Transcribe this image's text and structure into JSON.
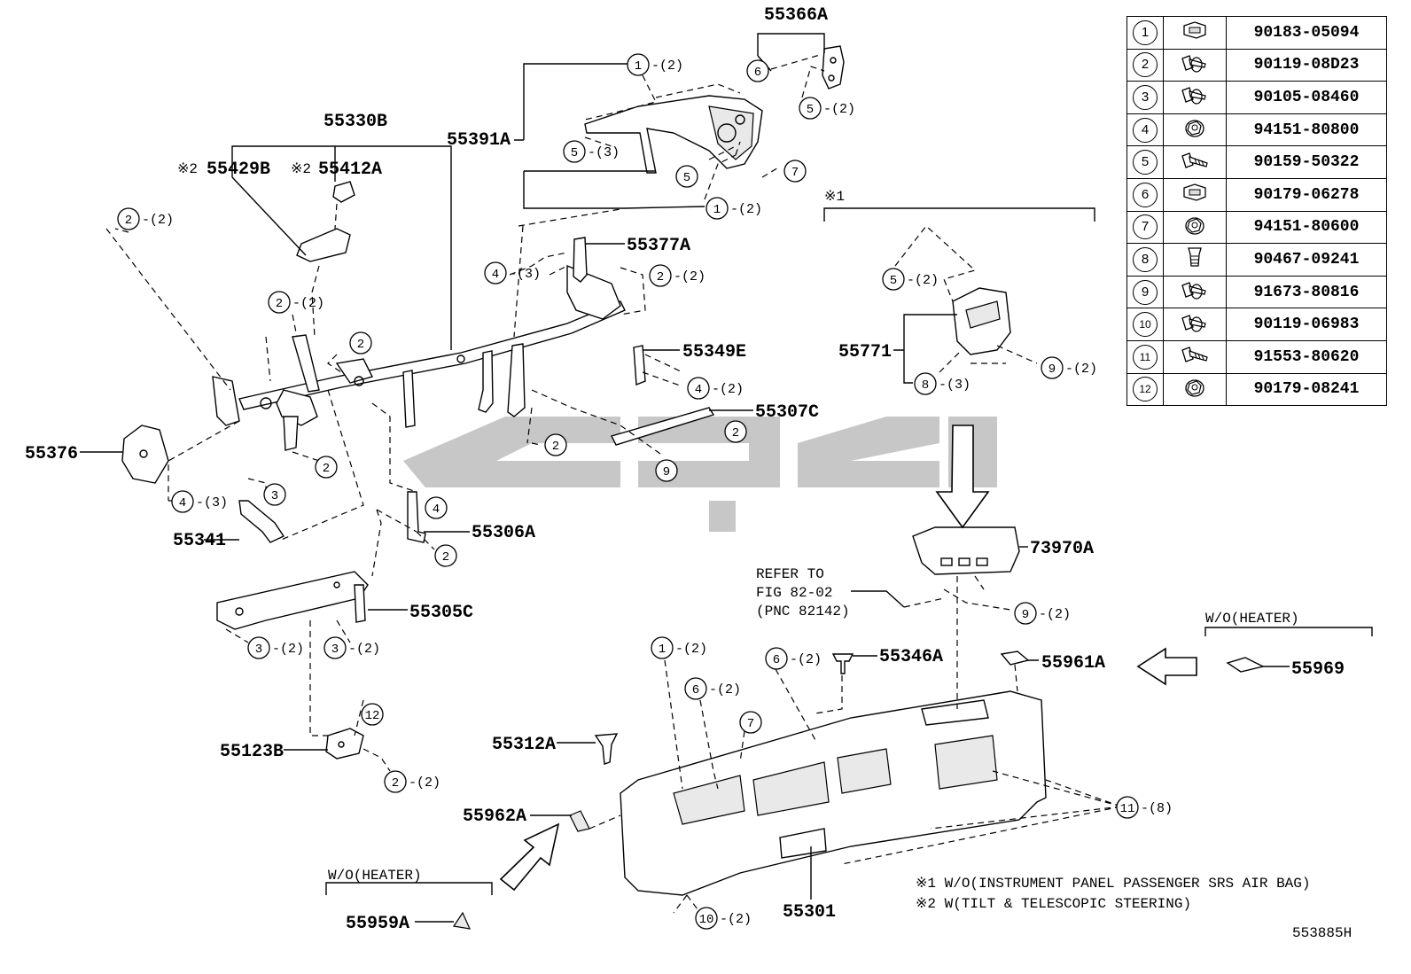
{
  "diagram_id": "553885H",
  "part_labels": {
    "p55366A": "55366A",
    "p55330B": "55330B",
    "p55429B": "55429B",
    "p55412A": "55412A",
    "p55391A": "55391A",
    "p55377A": "55377A",
    "p55349E": "55349E",
    "p55307C": "55307C",
    "p55376": "55376",
    "p55341": "55341",
    "p55306A": "55306A",
    "p55305C": "55305C",
    "p55123B": "55123B",
    "p55771": "55771",
    "p73970A": "73970A",
    "p55346A": "55346A",
    "p55961A": "55961A",
    "p55969": "55969",
    "p55312A": "55312A",
    "p55962A": "55962A",
    "p55959A": "55959A",
    "p55301": "55301"
  },
  "marks": {
    "ref2": "※2",
    "ref1": "※1"
  },
  "callouts": [
    {
      "n": "1",
      "q": "-(2)"
    },
    {
      "n": "5",
      "q": "-(2)"
    },
    {
      "n": "6",
      "q": ""
    },
    {
      "n": "5",
      "q": "-(3)"
    },
    {
      "n": "5",
      "q": ""
    },
    {
      "n": "7",
      "q": ""
    },
    {
      "n": "1",
      "q": "-(2)"
    },
    {
      "n": "2",
      "q": "-(2)"
    },
    {
      "n": "2",
      "q": "-(2)"
    },
    {
      "n": "2",
      "q": ""
    },
    {
      "n": "4",
      "q": "-(3)"
    },
    {
      "n": "2",
      "q": "-(2)"
    },
    {
      "n": "4",
      "q": "-(2)"
    },
    {
      "n": "2",
      "q": ""
    },
    {
      "n": "2",
      "q": ""
    },
    {
      "n": "2",
      "q": ""
    },
    {
      "n": "9",
      "q": ""
    },
    {
      "n": "3",
      "q": ""
    },
    {
      "n": "4",
      "q": "-(3)"
    },
    {
      "n": "4",
      "q": ""
    },
    {
      "n": "2",
      "q": ""
    },
    {
      "n": "3",
      "q": "-(2)"
    },
    {
      "n": "3",
      "q": "-(2)"
    },
    {
      "n": "12",
      "q": ""
    },
    {
      "n": "2",
      "q": "-(2)"
    },
    {
      "n": "5",
      "q": "-(2)"
    },
    {
      "n": "8",
      "q": "-(3)"
    },
    {
      "n": "9",
      "q": "-(2)"
    },
    {
      "n": "9",
      "q": "-(2)"
    },
    {
      "n": "1",
      "q": "-(2)"
    },
    {
      "n": "6",
      "q": "-(2)"
    },
    {
      "n": "6",
      "q": "-(2)"
    },
    {
      "n": "7",
      "q": ""
    },
    {
      "n": "11",
      "q": "-(8)"
    },
    {
      "n": "10",
      "q": "-(2)"
    }
  ],
  "refer_note": {
    "line1": "REFER TO",
    "line2": "FIG 82-02",
    "line3": "(PNC 82142)"
  },
  "headers": {
    "wo_heater_top": "W/O(HEATER)",
    "wo_heater_bottom": "W/O(HEATER)"
  },
  "footnotes": {
    "n1": "※1 W/O(INSTRUMENT PANEL PASSENGER SRS AIR BAG)",
    "n2": "※2 W(TILT & TELESCOPIC STEERING)"
  },
  "legend": [
    {
      "num": "1",
      "icon": "u-nut-icon",
      "part": "90183-05094"
    },
    {
      "num": "2",
      "icon": "flange-bolt-icon",
      "part": "90119-08D23"
    },
    {
      "num": "3",
      "icon": "flange-bolt-icon",
      "part": "90105-08460"
    },
    {
      "num": "4",
      "icon": "flange-nut-icon",
      "part": "94151-80800"
    },
    {
      "num": "5",
      "icon": "bolt-icon",
      "part": "90159-50322"
    },
    {
      "num": "6",
      "icon": "u-nut-icon",
      "part": "90179-06278"
    },
    {
      "num": "7",
      "icon": "flange-nut-icon",
      "part": "94151-80600"
    },
    {
      "num": "8",
      "icon": "clip-icon",
      "part": "90467-09241"
    },
    {
      "num": "9",
      "icon": "flange-bolt-icon",
      "part": "91673-80816"
    },
    {
      "num": "10",
      "icon": "flange-bolt-icon",
      "part": "90119-06983"
    },
    {
      "num": "11",
      "icon": "bolt-icon",
      "part": "91553-80620"
    },
    {
      "num": "12",
      "icon": "flange-nut-icon",
      "part": "90179-08241"
    }
  ]
}
